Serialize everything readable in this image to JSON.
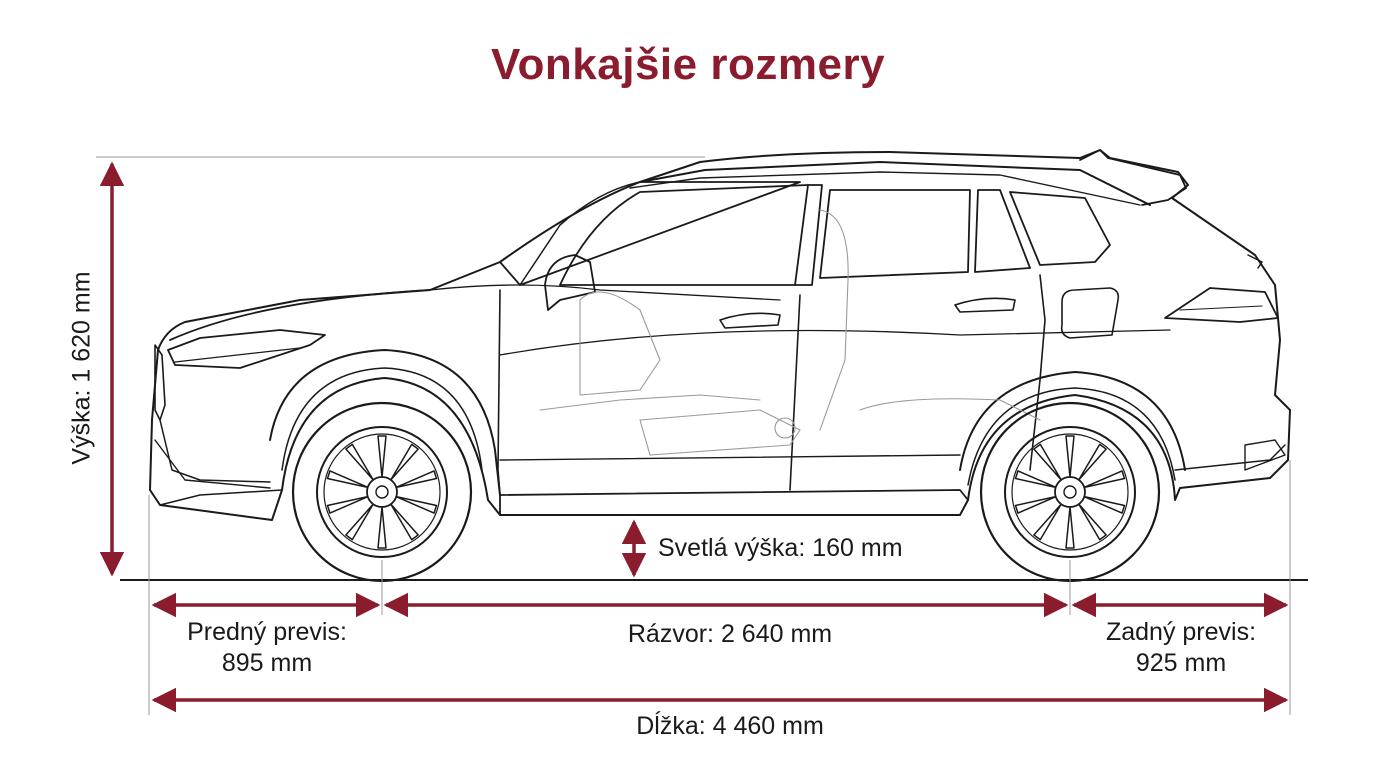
{
  "title": "Vonkajšie rozmery",
  "colors": {
    "accent": "#8a1c2e",
    "line": "#1a1a1a"
  },
  "dimensions": {
    "height": "Výška: 1 620 mm",
    "ground_clearance": "Svetlá výška: 160 mm",
    "front_overhang": [
      "Predný previs:",
      "895 mm"
    ],
    "wheelbase": "Rázvor: 2 640 mm",
    "rear_overhang": [
      "Zadný previs:",
      "925 mm"
    ],
    "length": "Dĺžka: 4 460 mm"
  }
}
